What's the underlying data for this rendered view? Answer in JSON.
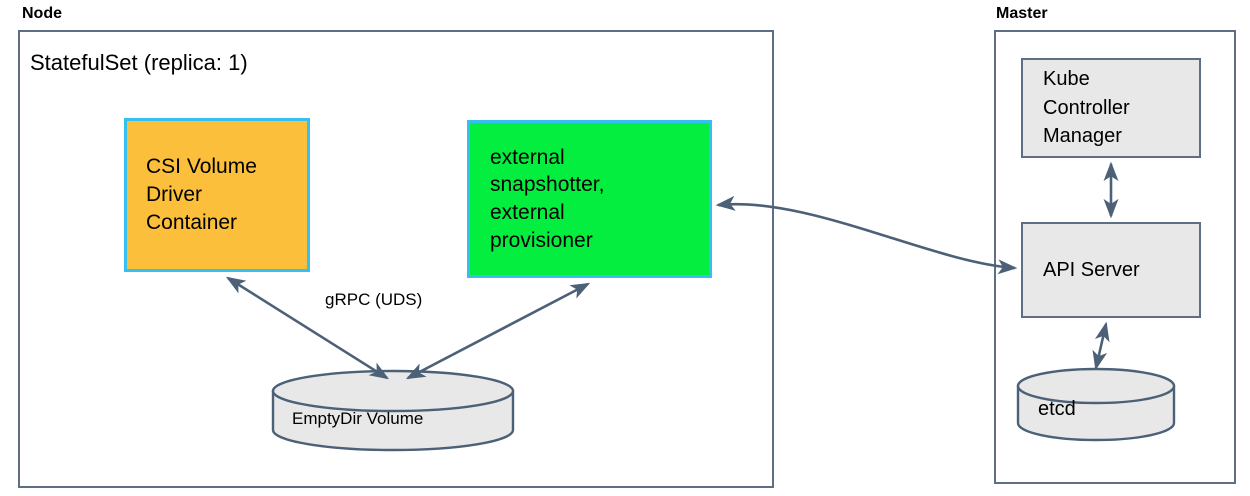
{
  "diagram": {
    "title_hidden": "",
    "groups": [
      {
        "id": "node",
        "label": "Node",
        "inner_title": "StatefulSet (replica: 1)"
      },
      {
        "id": "master",
        "label": "Master"
      }
    ],
    "boxes": [
      {
        "id": "csi-volume-driver-container",
        "text": "CSI Volume\nDriver\nContainer",
        "fill": "#fbbf3c",
        "stroke": "#36c0f0"
      },
      {
        "id": "external-controllers",
        "text": "external\nsnapshotter,\nexternal\nprovisioner",
        "fill": "#04ee3f",
        "stroke": "#36c0f0"
      },
      {
        "id": "kube-controller-manager",
        "text": "Kube\nController\nManager",
        "fill": "#e8e8e8",
        "stroke": "#5d6e85"
      },
      {
        "id": "api-server",
        "text": "API Server",
        "fill": "#e8e8e8",
        "stroke": "#5d6e85"
      }
    ],
    "cylinders": [
      {
        "id": "emptydir-volume",
        "label": "EmptyDir Volume",
        "fill": "#e8e8e8",
        "stroke": "#5d6e85"
      },
      {
        "id": "etcd",
        "label": "etcd",
        "fill": "#e8e8e8",
        "stroke": "#5d6e85"
      }
    ],
    "connections": [
      {
        "id": "grpc-uds",
        "label": "gRPC (UDS)",
        "from": "csi-volume-driver-container",
        "to": "emptydir-volume",
        "arrow": "double"
      },
      {
        "id": "external-to-emptydir",
        "label": "",
        "from": "external-controllers",
        "to": "emptydir-volume",
        "arrow": "double"
      },
      {
        "id": "external-to-api-server",
        "label": "",
        "from": "external-controllers",
        "to": "api-server",
        "arrow": "double"
      },
      {
        "id": "kcm-to-api-server",
        "label": "",
        "from": "kube-controller-manager",
        "to": "api-server",
        "arrow": "double"
      },
      {
        "id": "api-server-to-etcd",
        "label": "",
        "from": "api-server",
        "to": "etcd",
        "arrow": "double"
      }
    ],
    "colors": {
      "line": "#4c6077",
      "group_border": "#5d6e85",
      "orange": "#fbbf3c",
      "green": "#04ee3f",
      "cyan": "#36c0f0",
      "gray_fill": "#e8e8e8"
    }
  }
}
